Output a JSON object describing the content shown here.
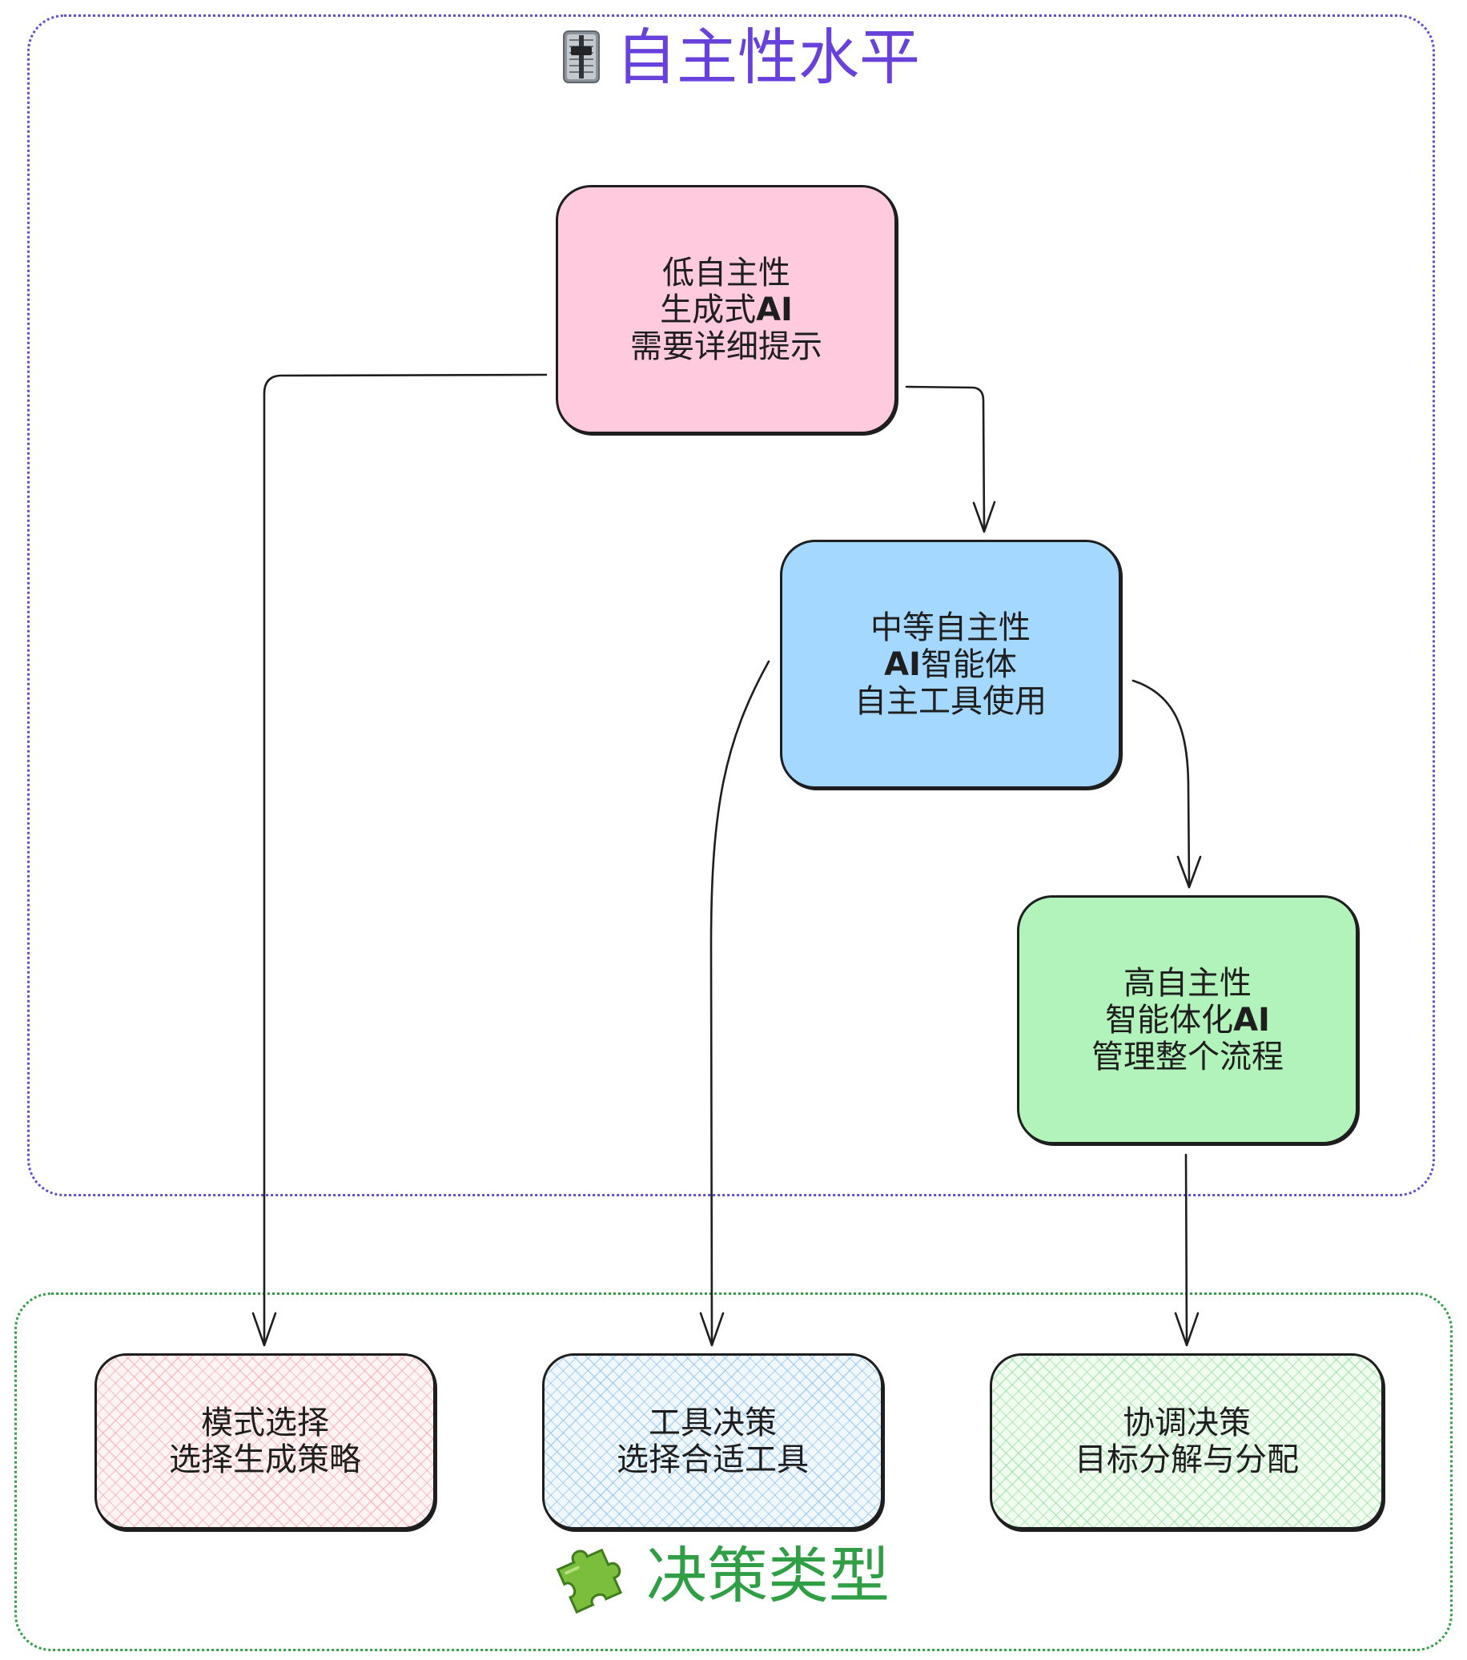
{
  "colors": {
    "autonomy_title": "#6741d9",
    "autonomy_border": "#5f4fd6",
    "decision_title": "#2f9e44",
    "decision_border": "#2f9e44",
    "low_fill": "#ffc9de",
    "mid_fill": "#a5d8ff",
    "high_fill": "#b2f2bb",
    "stroke": "#1e1e1e"
  },
  "autonomy_group": {
    "icon": "level-slider-icon",
    "title": "自主性水平"
  },
  "decision_group": {
    "icon": "puzzle-piece-icon",
    "title": "决策类型"
  },
  "nodes": {
    "low": {
      "line1": "低自主性",
      "line2_text": "生成式",
      "line2_bold": "AI",
      "line3": "需要详细提示"
    },
    "mid": {
      "line1": "中等自主性",
      "line2_bold": "AI",
      "line2_text": "智能体",
      "line3": "自主工具使用"
    },
    "high": {
      "line1": "高自主性",
      "line2_text": "智能体化",
      "line2_bold": "AI",
      "line3": "管理整个流程"
    },
    "pattern": {
      "line1": "模式选择",
      "line2": "选择生成策略"
    },
    "tool": {
      "line1": "工具决策",
      "line2": "选择合适工具"
    },
    "coord": {
      "line1": "协调决策",
      "line2": "目标分解与分配"
    }
  },
  "edges": [
    {
      "from": "low",
      "to": "mid"
    },
    {
      "from": "mid",
      "to": "high"
    },
    {
      "from": "low",
      "to": "pattern"
    },
    {
      "from": "mid",
      "to": "tool"
    },
    {
      "from": "high",
      "to": "coord"
    }
  ]
}
